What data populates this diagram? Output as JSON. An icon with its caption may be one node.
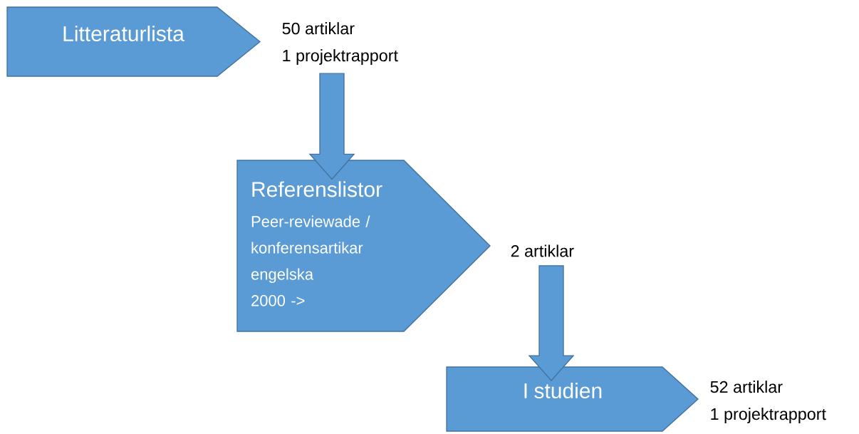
{
  "diagram": {
    "nodes": [
      {
        "text": [
          "Litteraturlista"
        ]
      },
      {
        "text": [
          "50 artiklar",
          "1 projektrapport"
        ]
      },
      {
        "text": [
          "Referenslistor",
          "Peer-reviewade / konferensartikar",
          "engelska",
          "2000 ->"
        ]
      },
      {
        "text": [
          "2 artiklar"
        ]
      },
      {
        "text": [
          "I studien"
        ]
      },
      {
        "text": [
          "52 artiklar",
          "1 projektrapport"
        ]
      }
    ],
    "edges": [
      {
        "from": 1,
        "to": 2,
        "arrow": "to"
      },
      {
        "from": 3,
        "to": 4,
        "arrow": "to"
      }
    ]
  }
}
